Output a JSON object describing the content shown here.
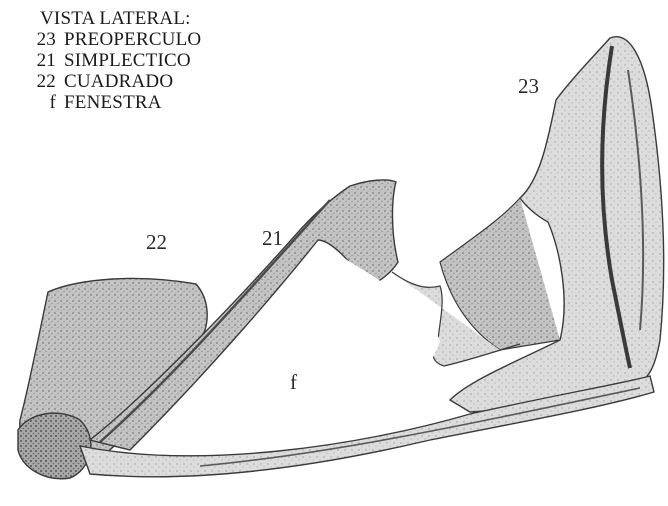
{
  "legend": {
    "title": "VISTA LATERAL:",
    "items": [
      {
        "key": "23",
        "text": "PREOPERCULO"
      },
      {
        "key": "21",
        "text": "SIMPLECTICO"
      },
      {
        "key": "22",
        "text": "CUADRADO"
      },
      {
        "key": "f",
        "text": "FENESTRA"
      }
    ]
  },
  "labels": {
    "preoperculo": "23",
    "cuadrado": "22",
    "simplectico": "21",
    "fenestra": "f"
  },
  "colors": {
    "ink": "#2b2b2b",
    "bone_fill": "#bdbdbd",
    "bone_light": "#d9d9d9",
    "bone_dark": "#6e6e6e"
  }
}
